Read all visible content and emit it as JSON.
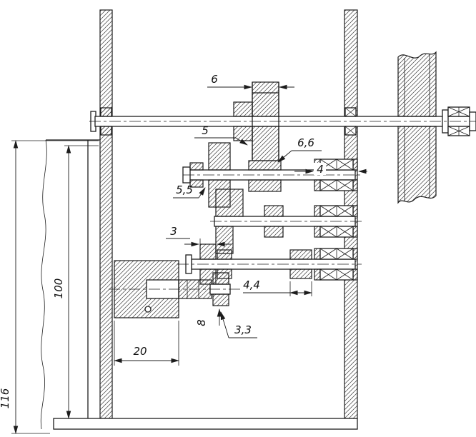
{
  "drawing": {
    "labels": {
      "n6": "6",
      "n5": "5",
      "n66": "6,6",
      "n55": "5,5",
      "n4": "4",
      "n3": "3",
      "n44": "4,4",
      "n8": "8",
      "n33": "3,3",
      "n20": "20",
      "n100": "100",
      "n116": "116"
    },
    "colors": {
      "line": "#1c1c1c",
      "background": "#ffffff"
    }
  }
}
